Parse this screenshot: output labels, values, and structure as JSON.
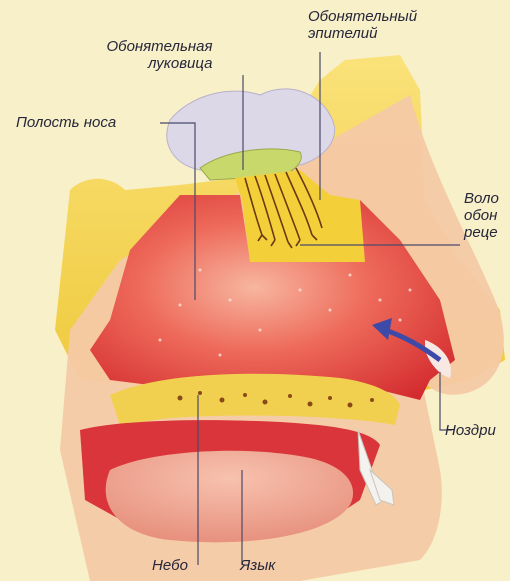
{
  "labels": {
    "olfactory_epithelium": {
      "line1": "Обонятельный",
      "line2": "эпителий"
    },
    "olfactory_bulb": {
      "line1": "Обонятельная",
      "line2": "луковица"
    },
    "nasal_cavity": "Полость носа",
    "receptor_hairs": {
      "line1": "Воло",
      "line2": "обон",
      "line3": "реце"
    },
    "nostril": "Ноздри",
    "palate": "Небо",
    "tongue": "Язык"
  },
  "colors": {
    "background": "#f7f0c8",
    "bone": "#f2d445",
    "skin": "#f4c9a6",
    "cavity": "#e64a44",
    "tissue_dark": "#c8202a",
    "brain": "#ddd8e8",
    "leader_line": "#4a4a6a",
    "airflow_arrow": "#3e4aa8",
    "text": "#26263a"
  }
}
